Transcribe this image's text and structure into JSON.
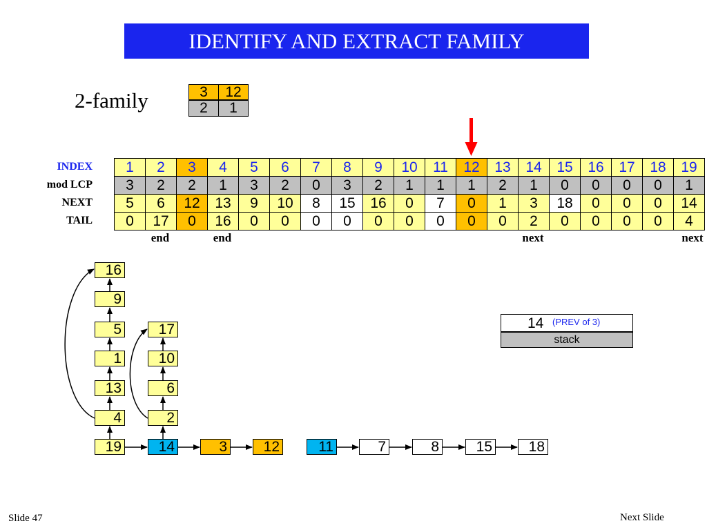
{
  "title": "IDENTIFY AND EXTRACT FAMILY",
  "family": {
    "label": "2-family",
    "top": [
      "3",
      "12"
    ],
    "bottom": [
      "2",
      "1"
    ]
  },
  "table": {
    "row_labels": [
      "INDEX",
      "mod LCP",
      "NEXT",
      "TAIL"
    ],
    "index": [
      "1",
      "2",
      "3",
      "4",
      "5",
      "6",
      "7",
      "8",
      "9",
      "10",
      "11",
      "12",
      "13",
      "14",
      "15",
      "16",
      "17",
      "18",
      "19"
    ],
    "mod_lcp": [
      "3",
      "2",
      "2",
      "1",
      "3",
      "2",
      "0",
      "3",
      "2",
      "1",
      "1",
      "1",
      "2",
      "1",
      "0",
      "0",
      "0",
      "0",
      "1"
    ],
    "next": [
      "5",
      "6",
      "12",
      "13",
      "9",
      "10",
      "8",
      "15",
      "16",
      "0",
      "7",
      "0",
      "1",
      "3",
      "18",
      "0",
      "0",
      "0",
      "14"
    ],
    "tail": [
      "0",
      "17",
      "0",
      "16",
      "0",
      "0",
      "0",
      "0",
      "0",
      "0",
      "0",
      "0",
      "0",
      "2",
      "0",
      "0",
      "0",
      "0",
      "4"
    ],
    "below_labels": [
      "",
      "end",
      "",
      "end",
      "",
      "",
      "",
      "",
      "",
      "",
      "",
      "",
      "",
      "next",
      "",
      "",
      "",
      "",
      "next"
    ],
    "highlight_columns": [
      3,
      12
    ],
    "pointer_column": 12
  },
  "chains": {
    "left_column": [
      "16",
      "9",
      "5",
      "1",
      "13",
      "4"
    ],
    "right_column": [
      "17",
      "10",
      "6",
      "2"
    ],
    "bottom_row": [
      "19",
      "14",
      "3",
      "12",
      "11",
      "7",
      "8",
      "15",
      "18"
    ]
  },
  "stack": {
    "value": "14",
    "note": "(PREV of 3)",
    "label": "stack"
  },
  "footer": {
    "slide": "Slide 47",
    "next": "Next Slide"
  },
  "colors": {
    "title_bg": "#1a25ee",
    "index_text": "#1a25ee",
    "light_yellow": "#ffff99",
    "orange": "#ffc000",
    "gray": "#c0c0c0",
    "cyan": "#00b4f0",
    "pointer": "#ff0000"
  }
}
